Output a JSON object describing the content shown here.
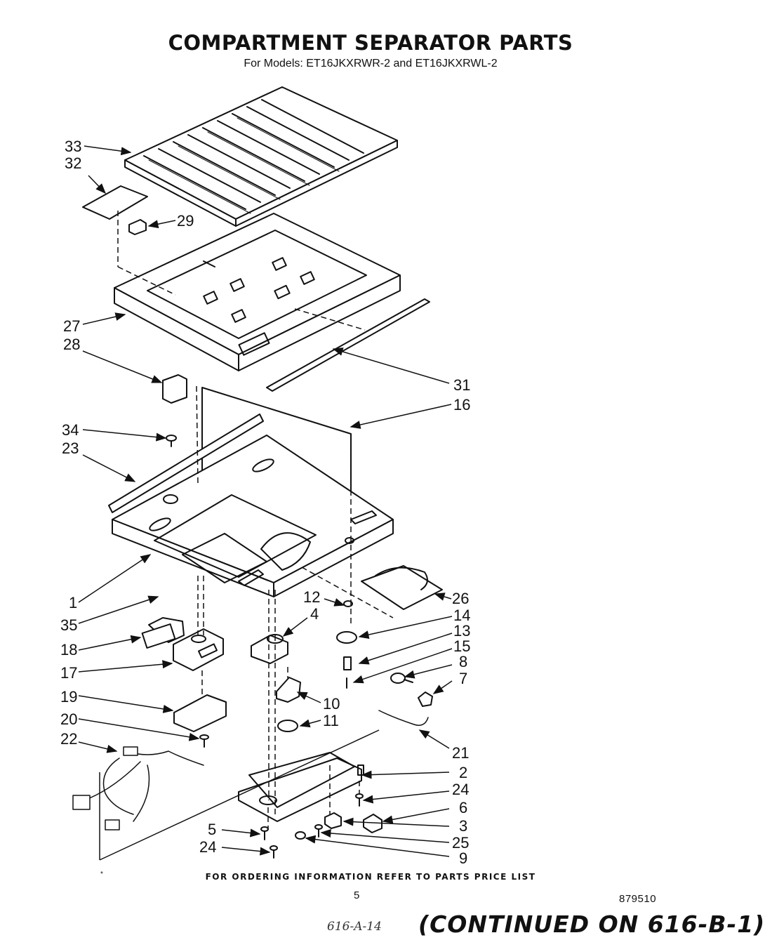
{
  "title": "COMPARTMENT SEPARATOR PARTS",
  "subtitle": "For Models: ET16JKXRWR-2 and ET16JKXRWL-2",
  "callouts": [
    "33",
    "32",
    "29",
    "27",
    "28",
    "31",
    "16",
    "34",
    "23",
    "1",
    "35",
    "18",
    "17",
    "19",
    "20",
    "22",
    "12",
    "4",
    "26",
    "14",
    "13",
    "15",
    "8",
    "7",
    "10",
    "11",
    "21",
    "2",
    "24",
    "6",
    "3",
    "5",
    "25",
    "9",
    "24"
  ],
  "footer_note": "FOR ORDERING INFORMATION REFER TO PARTS PRICE LIST",
  "page_number": "5",
  "doc_number": "879510",
  "hand_ref": "616-A-14",
  "continued": "(CONTINUED ON 616-B-1)",
  "asterisk": "*",
  "colors": {
    "ink": "#111111",
    "paper": "#ffffff"
  }
}
